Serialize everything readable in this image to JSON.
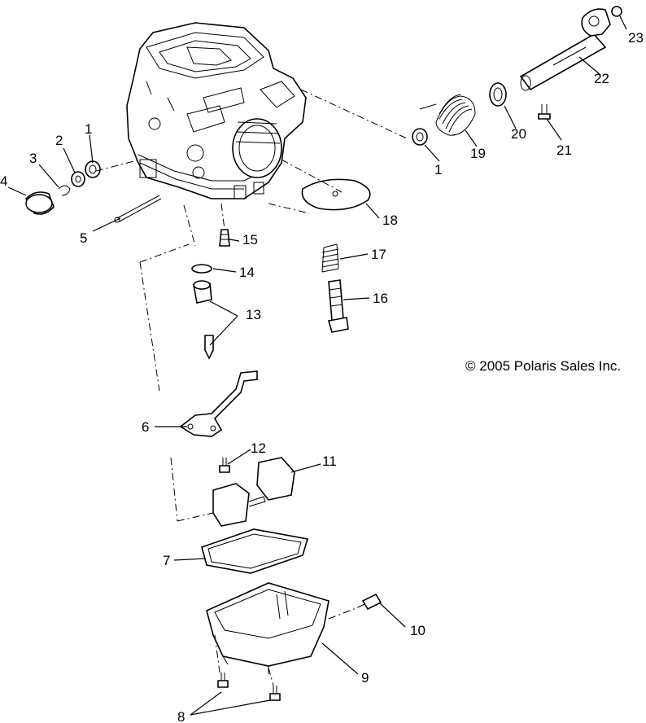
{
  "copyright": "© 2005 Polaris Sales Inc.",
  "labels": {
    "l1a": "1",
    "l1b": "1",
    "l2": "2",
    "l3": "3",
    "l4": "4",
    "l5": "5",
    "l6": "6",
    "l7": "7",
    "l8": "8",
    "l9": "9",
    "l10": "10",
    "l11": "11",
    "l12": "12",
    "l13": "13",
    "l14": "14",
    "l15": "15",
    "l16": "16",
    "l17": "17",
    "l18": "18",
    "l19": "19",
    "l20": "20",
    "l21": "21",
    "l22": "22",
    "l23": "23"
  }
}
